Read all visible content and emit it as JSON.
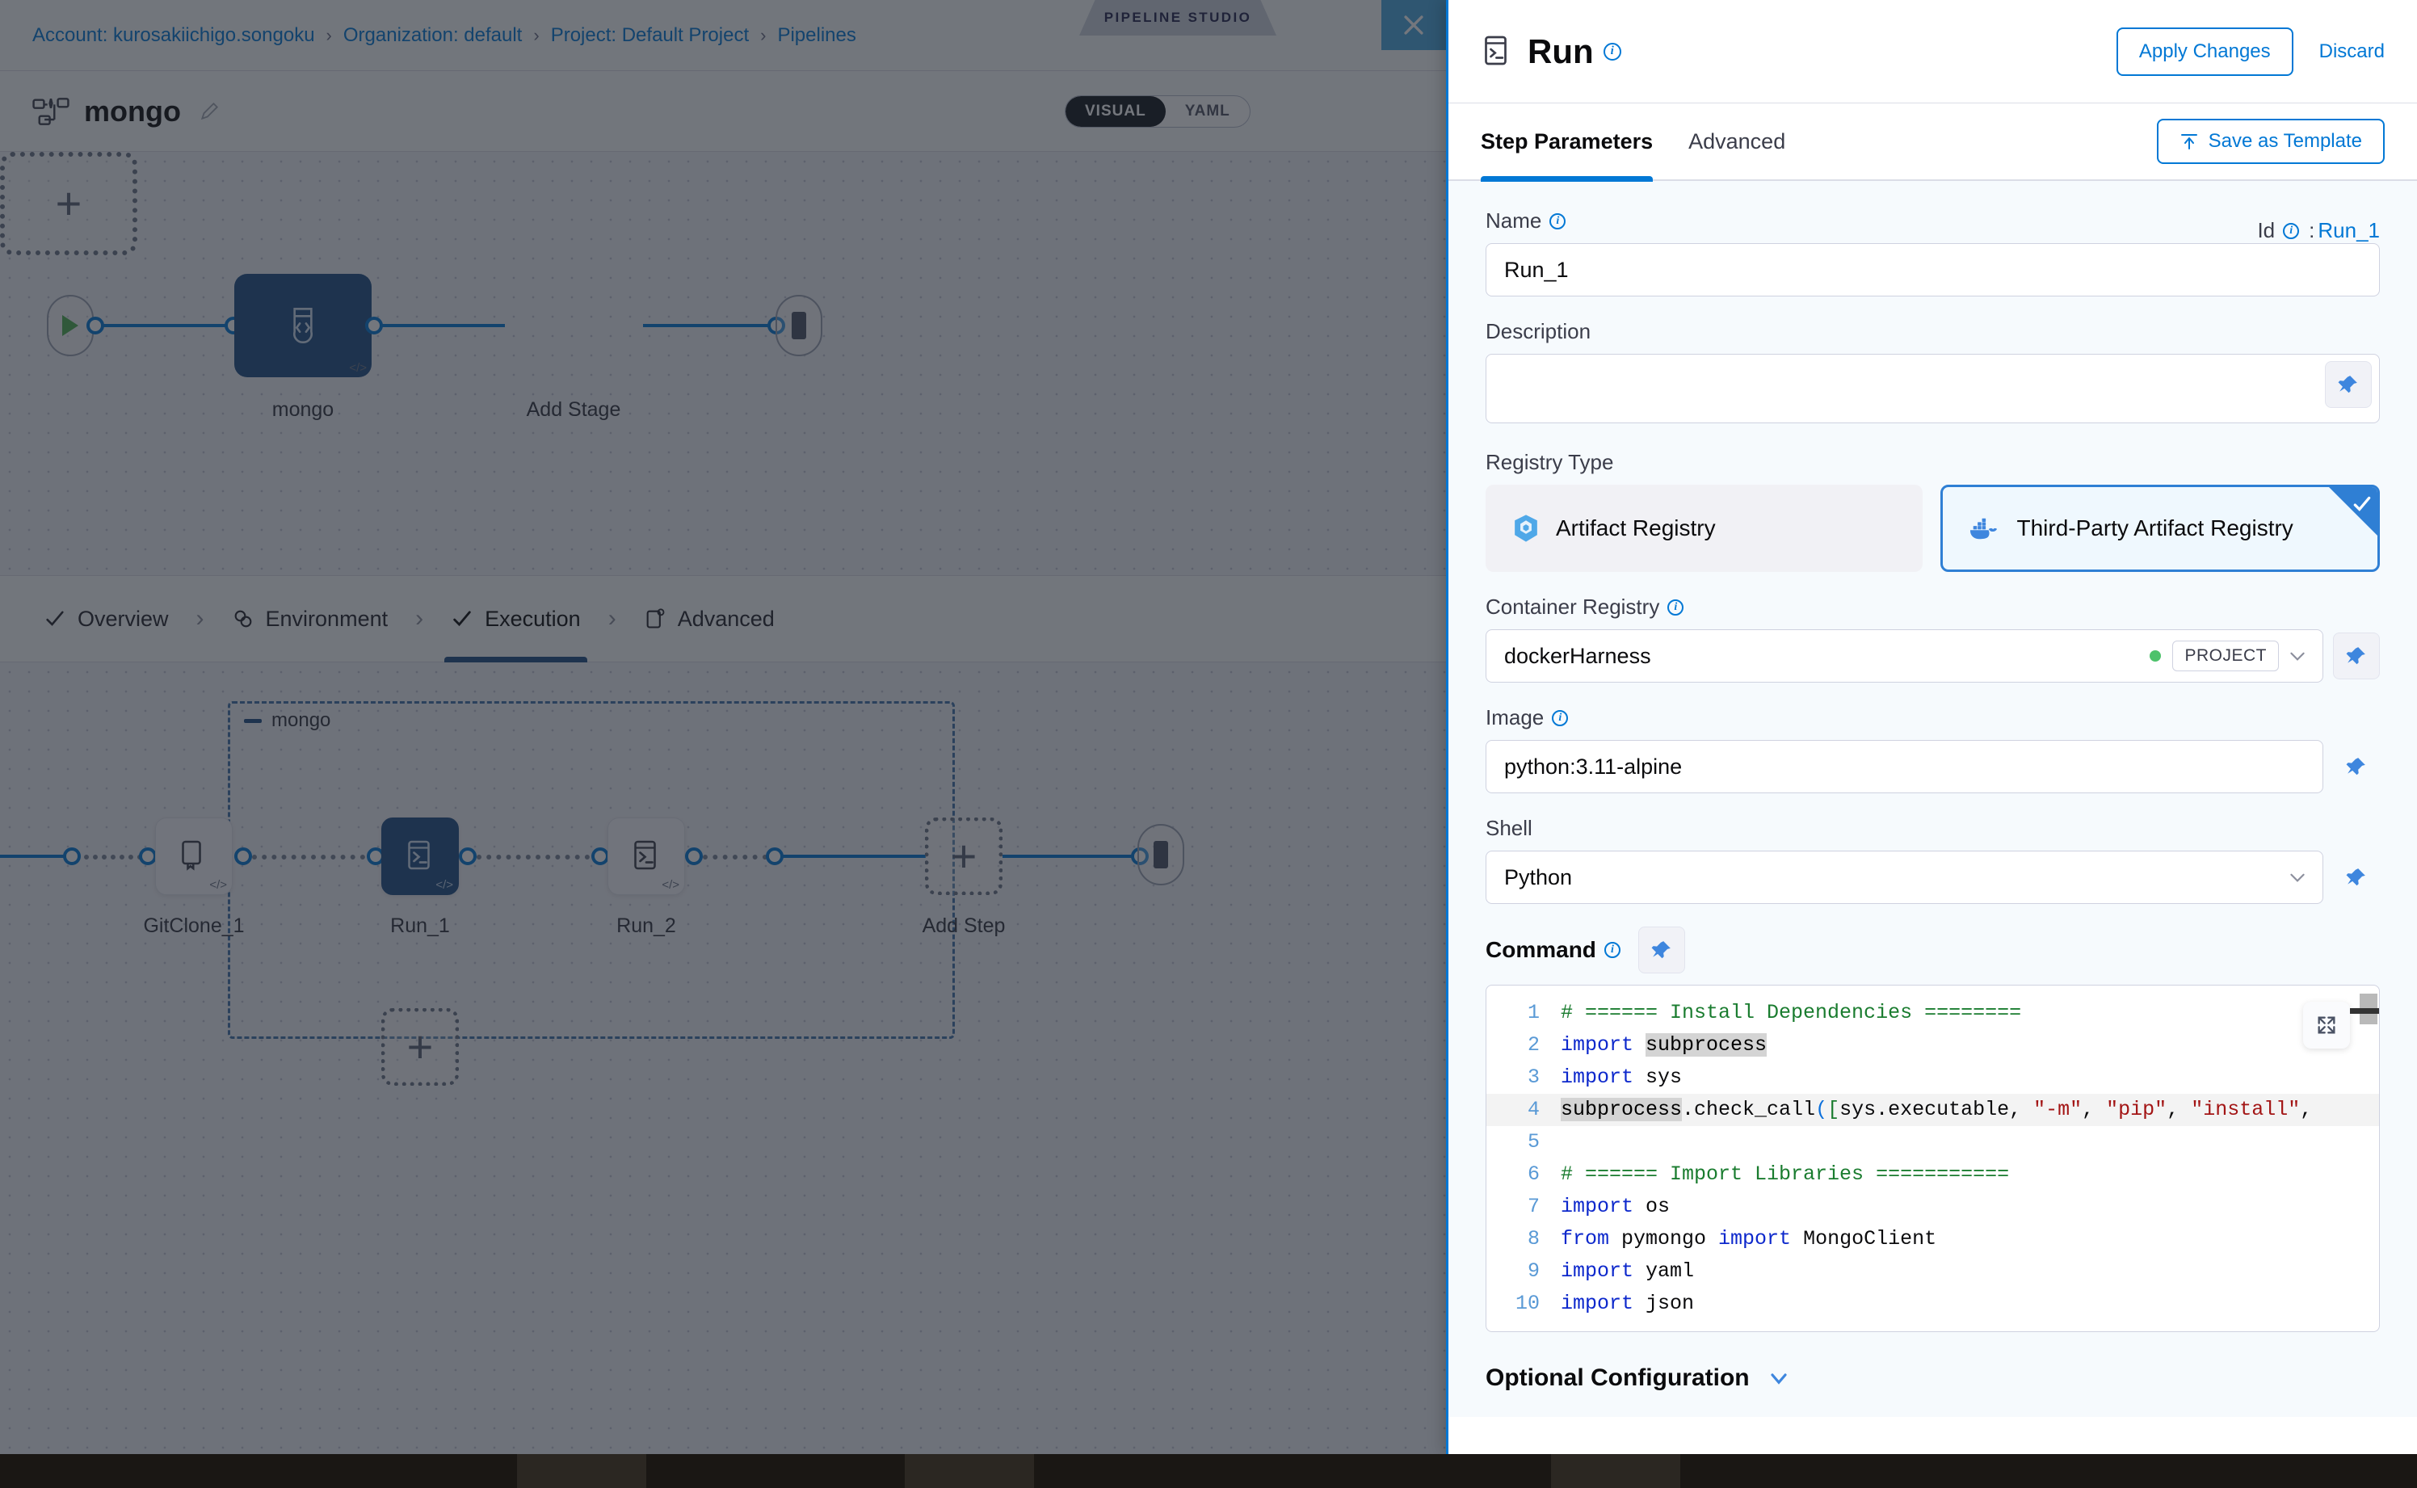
{
  "breadcrumb": {
    "items": [
      {
        "label": "Account: kurosakiichigo.songoku"
      },
      {
        "label": "Organization: default"
      },
      {
        "label": "Project: Default Project"
      },
      {
        "label": "Pipelines"
      }
    ],
    "separator": "›"
  },
  "studio_tab": {
    "label": "PIPELINE STUDIO"
  },
  "close_button": {
    "icon": "close-icon"
  },
  "pipeline": {
    "name": "mongo",
    "edit_icon": "pencil-icon",
    "pipeline_icon": "pipeline-nodes-icon",
    "view_toggle": {
      "options": [
        "VISUAL",
        "YAML"
      ],
      "selected": "VISUAL"
    }
  },
  "stage_graph": {
    "start_icon": "play-icon",
    "end_icon": "stop-icon",
    "nodes": [
      {
        "label": "mongo",
        "type": "stage",
        "selected": true,
        "icon": "ci-stage-icon"
      },
      {
        "label": "Add Stage",
        "type": "add",
        "icon": "plus-icon"
      }
    ]
  },
  "step_nav": {
    "items": [
      {
        "label": "Overview",
        "icon": "check-icon",
        "active": false
      },
      {
        "label": "Environment",
        "icon": "infra-icon",
        "active": false
      },
      {
        "label": "Execution",
        "icon": "check-icon",
        "active": true
      },
      {
        "label": "Advanced",
        "icon": "advanced-icon",
        "active": false
      }
    ],
    "separator": "›"
  },
  "exec_graph": {
    "group_label": "mongo",
    "steps": [
      {
        "label": "GitClone_1",
        "icon": "git-clone-icon",
        "selected": false
      },
      {
        "label": "Run_1",
        "icon": "terminal-icon",
        "selected": true
      },
      {
        "label": "Run_2",
        "icon": "terminal-icon",
        "selected": false
      },
      {
        "label": "Add Step",
        "icon": "plus-icon",
        "selected": false
      }
    ],
    "add_parallel_icon": "plus-icon"
  },
  "drawer": {
    "title": "Run",
    "title_icon": "terminal-icon",
    "apply_label": "Apply Changes",
    "discard_label": "Discard",
    "tabs": [
      {
        "label": "Step Parameters",
        "active": true
      },
      {
        "label": "Advanced",
        "active": false
      }
    ],
    "save_template_label": "Save as Template",
    "save_template_icon": "upload-icon",
    "name": {
      "label": "Name",
      "value": "Run_1",
      "id_label": "Id",
      "id_sep": ":",
      "id_value": "Run_1"
    },
    "description": {
      "label": "Description",
      "value": "",
      "placeholder": "",
      "pin_icon": "pin-icon"
    },
    "registry_type": {
      "label": "Registry Type",
      "options": [
        {
          "label": "Artifact Registry",
          "icon": "artifact-registry-icon",
          "selected": false
        },
        {
          "label": "Third-Party Artifact Registry",
          "icon": "docker-icon",
          "selected": true
        }
      ],
      "selected_check_icon": "check-icon"
    },
    "container_registry": {
      "label": "Container Registry",
      "value": "dockerHarness",
      "scope": "PROJECT",
      "status_dot_color": "#4dc26b",
      "chevron_icon": "chevron-down-icon",
      "pin_icon": "pin-icon"
    },
    "image": {
      "label": "Image",
      "value": "python:3.11-alpine",
      "pin_icon": "pin-icon"
    },
    "shell": {
      "label": "Shell",
      "value": "Python",
      "chevron_icon": "chevron-down-icon",
      "pin_icon": "pin-icon"
    },
    "command": {
      "label": "Command",
      "pin_icon": "pin-icon",
      "expand_icon": "expand-icon",
      "language": "python",
      "lines": [
        {
          "n": "1",
          "tokens": [
            {
              "t": "# ====== Install Dependencies ========",
              "c": "cmt"
            }
          ]
        },
        {
          "n": "2",
          "tokens": [
            {
              "t": "import",
              "c": "kw"
            },
            {
              "t": " ",
              "c": "pun"
            },
            {
              "t": "subprocess",
              "c": "hl"
            }
          ]
        },
        {
          "n": "3",
          "tokens": [
            {
              "t": "import",
              "c": "kw"
            },
            {
              "t": " sys",
              "c": "pun"
            }
          ]
        },
        {
          "n": "4",
          "active": true,
          "tokens": [
            {
              "t": "subprocess",
              "c": "hl"
            },
            {
              "t": ".check_call",
              "c": "pun"
            },
            {
              "t": "(",
              "c": "brk1"
            },
            {
              "t": "[",
              "c": "brk2"
            },
            {
              "t": "sys.executable, ",
              "c": "pun"
            },
            {
              "t": "\"-m\"",
              "c": "str"
            },
            {
              "t": ", ",
              "c": "pun"
            },
            {
              "t": "\"pip\"",
              "c": "str"
            },
            {
              "t": ", ",
              "c": "pun"
            },
            {
              "t": "\"install\"",
              "c": "str"
            },
            {
              "t": ",",
              "c": "pun"
            }
          ]
        },
        {
          "n": "5",
          "tokens": []
        },
        {
          "n": "6",
          "tokens": [
            {
              "t": "# ====== Import Libraries ===========",
              "c": "cmt"
            }
          ]
        },
        {
          "n": "7",
          "tokens": [
            {
              "t": "import",
              "c": "kw"
            },
            {
              "t": " os",
              "c": "pun"
            }
          ]
        },
        {
          "n": "8",
          "tokens": [
            {
              "t": "from",
              "c": "kw"
            },
            {
              "t": " pymongo ",
              "c": "pun"
            },
            {
              "t": "import",
              "c": "kw"
            },
            {
              "t": " MongoClient",
              "c": "pun"
            }
          ]
        },
        {
          "n": "9",
          "tokens": [
            {
              "t": "import",
              "c": "kw"
            },
            {
              "t": " yaml",
              "c": "pun"
            }
          ]
        },
        {
          "n": "10",
          "tokens": [
            {
              "t": "import",
              "c": "kw"
            },
            {
              "t": " json",
              "c": "pun"
            }
          ]
        }
      ]
    },
    "optional_configuration": {
      "label": "Optional Configuration",
      "chevron_icon": "chevron-down-icon"
    }
  },
  "colors": {
    "accent": "#0278d5",
    "selected_node": "#1e4d84",
    "docker_blue": "#2f7fd4",
    "status_green": "#4dc26b",
    "canvas": "#f0f1f6",
    "drawer_bg": "#f6fafd"
  }
}
